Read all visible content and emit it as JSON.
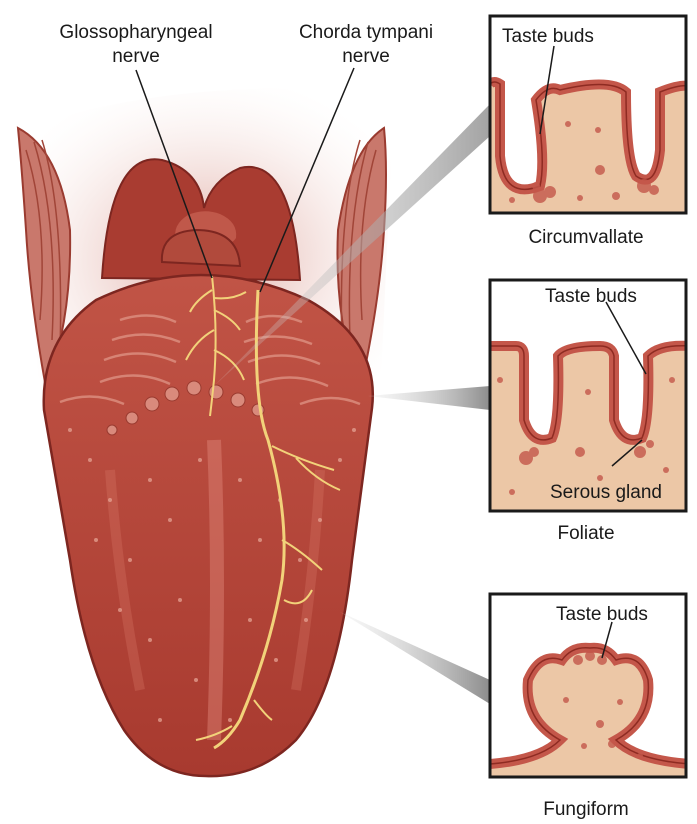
{
  "labels": {
    "glossopharyngeal_line1": "Glossopharyngeal",
    "glossopharyngeal_line2": "nerve",
    "chorda_line1": "Chorda tympani",
    "chorda_line2": "nerve"
  },
  "panels": {
    "circumvallate": {
      "caption": "Circumvallate",
      "taste_buds": "Taste buds"
    },
    "foliate": {
      "caption": "Foliate",
      "taste_buds": "Taste buds",
      "serous_gland": "Serous gland"
    },
    "fungiform": {
      "caption": "Fungiform",
      "taste_buds": "Taste buds"
    }
  },
  "colors": {
    "tongue": "#b8473a",
    "tongue_dark": "#8e2b22",
    "nerve": "#f2d27a",
    "tissue": "#ecc7a6",
    "epithelium": "#c4574a",
    "frame": "#1a1a1a",
    "pointer": "#9a9a9a"
  }
}
